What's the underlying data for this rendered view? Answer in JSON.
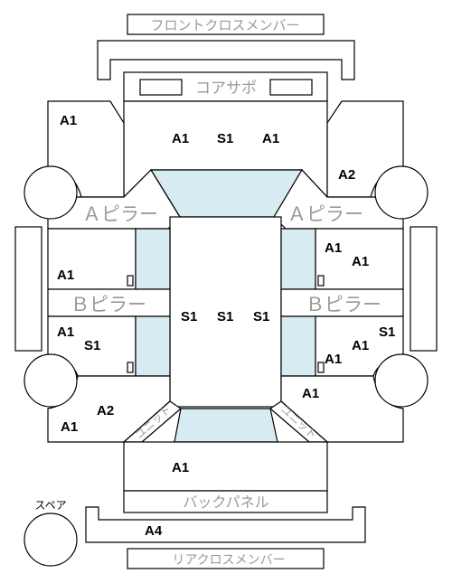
{
  "labels": {
    "front_cross_member": "フロントクロスメンバー",
    "core_support": "コアサポ",
    "a_pillar_left": "Ａピラー",
    "a_pillar_right": "Ａピラー",
    "b_pillar_left": "Ｂピラー",
    "b_pillar_right": "Ｂピラー",
    "unit_left": "ユニット",
    "unit_right": "ユニット",
    "back_panel": "バックパネル",
    "rear_cross_member": "リアクロスメンバー",
    "spare": "スペア"
  },
  "codes": {
    "front_left": "A1",
    "front_center_left": "A1",
    "front_center_mid": "S1",
    "front_center_right": "A1",
    "front_right": "A2",
    "left_upper": "A1",
    "right_upper_a": "A1",
    "right_upper_b": "A1",
    "center_left": "S1",
    "center_mid": "S1",
    "center_right": "S1",
    "left_lower_a": "A1",
    "left_lower_b": "S1",
    "right_lower_s": "S1",
    "right_lower_a": "A1",
    "right_lower_b": "A1",
    "rear_left_a": "A2",
    "rear_left_b": "A1",
    "rear_right": "A1",
    "trunk": "A1",
    "rear_bumper": "A4"
  },
  "colors": {
    "glass": "#d6ebf2",
    "label_gray": "#9a9a9a",
    "outline": "#000000"
  }
}
